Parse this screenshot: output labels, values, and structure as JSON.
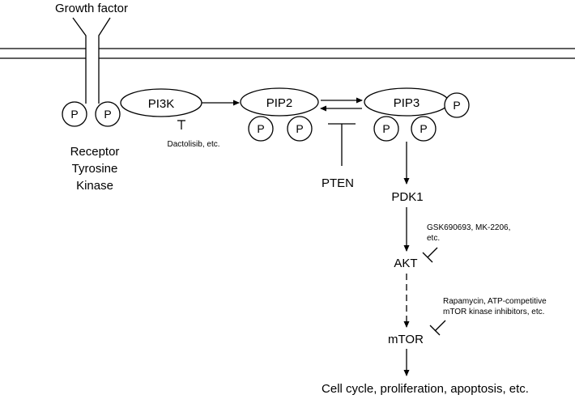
{
  "diagram": {
    "growth_factor": "Growth factor",
    "receptor_lines": [
      "Receptor",
      "Tyrosine",
      "Kinase"
    ],
    "phospho": "P",
    "nodes": {
      "pi3k": "PI3K",
      "pip2": "PIP2",
      "pip3": "PIP3",
      "pten": "PTEN",
      "pdk1": "PDK1",
      "akt": "AKT",
      "mtor": "mTOR"
    },
    "inhibitors": {
      "pi3k": "Dactolisib, etc.",
      "akt_lines": [
        "GSK690693, MK-2206,",
        "etc."
      ],
      "mtor_lines": [
        "Rapamycin, ATP-competitive",
        "mTOR kinase inhibitors, etc."
      ]
    },
    "outcome": "Cell cycle, proliferation, apoptosis, etc."
  }
}
